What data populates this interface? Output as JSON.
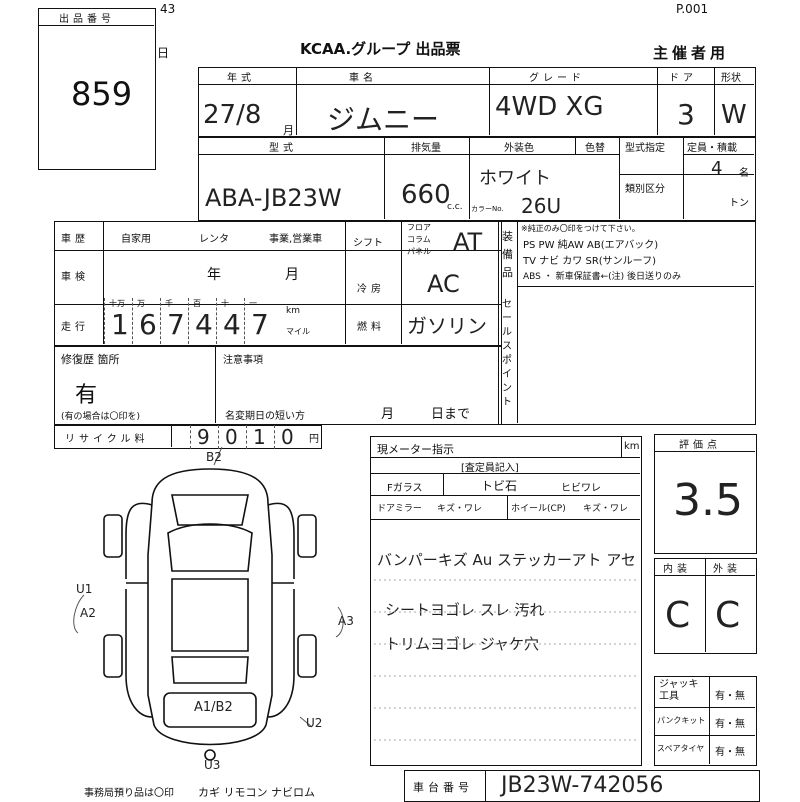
{
  "page_marks": {
    "top_number": "43",
    "page_no": "P.001",
    "day_char": "日"
  },
  "lot": {
    "label": "出品番号",
    "number": "859"
  },
  "header": {
    "title": "KCAA.グループ 出品票",
    "org_label": "主催者用"
  },
  "row1_headers": {
    "year": "年式",
    "model": "車名",
    "grade": "グレード",
    "doors": "ドア",
    "body_type": "形状"
  },
  "row1_values": {
    "year": "27/8",
    "year_suffix": "月",
    "model": "ジムニー",
    "grade": "4WD XG",
    "doors": "3",
    "body_type": "W"
  },
  "row2_headers": {
    "type": "型式",
    "displacement": "排気量",
    "color": "外装色",
    "color_change": "色替",
    "type_designation": "型式指定",
    "capacity": "定員・積載",
    "category": "類別区分"
  },
  "row2_values": {
    "type": "ABA-JB23W",
    "displacement": "660",
    "cc_unit": "c.c.",
    "color": "ホワイト",
    "color_no_label": "カラーNo.",
    "color_no": "26U",
    "capacity": "4",
    "capacity_unit": "名",
    "load_unit": "トン"
  },
  "history": {
    "label": "車歴",
    "opt_private": "自家用",
    "opt_rental": "レンタ",
    "opt_business": "事業,営業車"
  },
  "shift": {
    "label": "シフト",
    "opt_floor": "フロア",
    "opt_column": "コラム",
    "opt_panel": "パネル",
    "value": "AT"
  },
  "inspection": {
    "label": "車検",
    "year_label": "年",
    "month_label": "月"
  },
  "aircon": {
    "label": "冷房",
    "value": "AC"
  },
  "mileage": {
    "label": "走行",
    "digit_headers": [
      "十万",
      "万",
      "千",
      "百",
      "十",
      "一"
    ],
    "digits": [
      "1",
      "6",
      "7",
      "4",
      "4",
      "7"
    ],
    "unit_km": "km",
    "unit_mile": "マイル"
  },
  "fuel": {
    "label": "燃料",
    "value": "ガソリン"
  },
  "equipment": {
    "label": "装備品",
    "note": "※純正のみ〇印をつけて下さい。",
    "line1": "PS PW 純AW AB(エアバック)",
    "line2": "TV ナビ カワ SR(サンルーフ)",
    "line3": "ABS ・ 新車保証書←(注) 後日送りのみ"
  },
  "sales_point": {
    "label": "セールスポイント"
  },
  "repair": {
    "label": "修復歴 箇所",
    "value": "有",
    "note": "(有の場合は〇印を)"
  },
  "notes": {
    "label": "注意事項",
    "short_expiry": "名変期日の短い方",
    "month": "月",
    "day": "日まで"
  },
  "recycle": {
    "label": "リサイクル料",
    "digits": [
      "9",
      "0",
      "1",
      "0"
    ],
    "unit": "円"
  },
  "meter": {
    "label": "現メーター指示",
    "unit": "km"
  },
  "inspector": {
    "title": "[査定員記入]",
    "f_glass": "Fガラス",
    "f_glass_value": "トビ石",
    "crack": "ヒビワレ",
    "door_mirror": "ドアミラー",
    "door_mirror_value": "キズ・ワレ",
    "wheel": "ホイール(CP)",
    "wheel_value": "キズ・ワレ",
    "remarks": [
      "バンパーキズ Au ステッカーアト アセ",
      "シートヨゴレ スレ 汚れ",
      "トリムヨゴレ ジャケ穴"
    ]
  },
  "score": {
    "label": "評価点",
    "value": "3.5"
  },
  "interior_exterior": {
    "interior_label": "内装",
    "exterior_label": "外装",
    "interior_value": "C",
    "exterior_value": "C"
  },
  "tools": {
    "jack_label": "ジャッキ工具",
    "spare_kit_label": "パンクキット",
    "spare_tire_label": "スペアタイヤ",
    "option": "有・無"
  },
  "map_marks": {
    "top": "B2",
    "left_upper": "U1",
    "left_lower": "A2",
    "right": "A3",
    "front": "A1/B2",
    "front_right": "U2",
    "bottom": "U3"
  },
  "footer": {
    "deposit": "事務局預り品は〇印",
    "items": "カギ リモコン ナビロム",
    "chassis_label": "車台番号",
    "chassis_value": "JB23W-742056"
  }
}
